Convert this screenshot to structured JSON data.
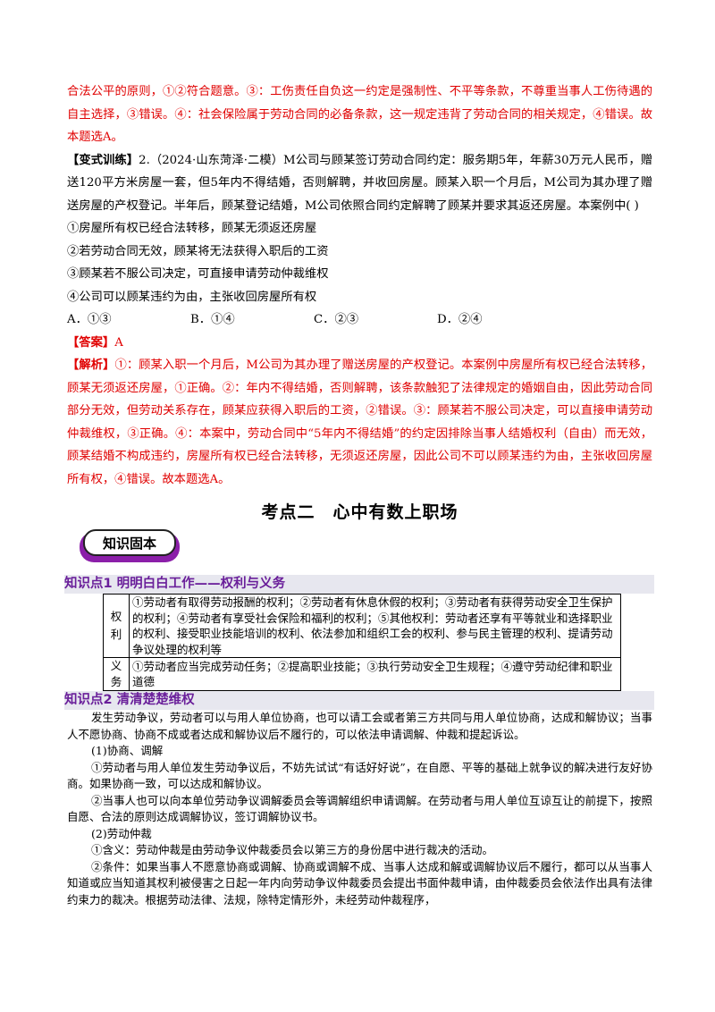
{
  "intro_red": "合法公平的原则，①②符合题意。③：工伤责任自负这一约定是强制性、不平等条款，不尊重当事人工伤待遇的自主选择，③错误。④：社会保险属于劳动合同的必备条款，这一规定违背了劳动合同的相关规定，④错误。故本题选A。",
  "question": {
    "tag": "【变式训练】",
    "text": "2.（2024·山东菏泽·二模）M公司与顾某签订劳动合同约定：服务期5年，年薪30万元人民币，赠送120平方米房屋一套，但5年内不得结婚，否则解聘，并收回房屋。顾某入职一个月后，M公司为其办理了赠送房屋的产权登记。半年后，顾某登记结婚，M公司依照合同约定解聘了顾某并要求其返还房屋。本案例中(      )",
    "items": [
      "①房屋所有权已经合法转移，顾某无须返还房屋",
      "②若劳动合同无效，顾某将无法获得入职后的工资",
      "③顾某若不服公司决定，可直接申请劳动仲裁维权",
      "④公司可以顾某违约为由，主张收回房屋所有权"
    ],
    "options": [
      "A．①③",
      "B．①④",
      "C．②③",
      "D．②④"
    ]
  },
  "answer": {
    "tag": "【答案】",
    "value": "A"
  },
  "analysis": {
    "tag": "【解析】",
    "text": "①：顾某入职一个月后，M公司为其办理了赠送房屋的产权登记。本案例中房屋所有权已经合法转移，顾某无须返还房屋，①正确。②：年内不得结婚，否则解聘，该条款触犯了法律规定的婚姻自由，因此劳动合同部分无效，但劳动关系存在，顾某应获得入职后的工资，②错误。③：顾某若不服公司决定，可以直接申请劳动仲裁维权，③正确。④：本案中，劳动合同中“5年内不得结婚”的约定因排除当事人结婚权利（自由）而无效，顾某结婚不构成违约，房屋所有权已经合法转移，无须返还房屋，因此公司不可以顾某违约为由，主张收回房屋所有权，④错误。故本题选A。"
  },
  "section_title": "考点二　心中有数上职场",
  "badge": "知识固本",
  "kp1": {
    "title": "知识点1  明明白白工作——权利与义务",
    "rows": [
      {
        "head": "权利",
        "text": "①劳动者有取得劳动报酬的权利；②劳动者有休息休假的权利；③劳动者有获得劳动安全卫生保护的权利；④劳动者有享受社会保险和福利的权利；⑤其他权利：劳动者还享有平等就业和选择职业的权利、接受职业技能培训的权利、依法参加和组织工会的权利、参与民主管理的权利、提请劳动争议处理的权利等"
      },
      {
        "head": "义务",
        "text": "①劳动者应当完成劳动任务；②提高职业技能；③执行劳动安全卫生规程；④遵守劳动纪律和职业道德"
      }
    ]
  },
  "kp2": {
    "title": "知识点2  清清楚楚维权",
    "intro": "发生劳动争议，劳动者可以与用人单位协商，也可以请工会或者第三方共同与用人单位协商，达成和解协议；当事人不愿协商、协商不成或者达成和解协议后不履行的，可以依法申请调解、仲裁和提起诉讼。",
    "sub1": "(1)协商、调解",
    "p1": "①劳动者与用人单位发生劳动争议后，不妨先试试“有话好好说”，在自愿、平等的基础上就争议的解决进行友好协商。如果协商一致，可以达成和解协议。",
    "p2": "②当事人也可以向本单位劳动争议调解委员会等调解组织申请调解。在劳动者与用人单位互谅互让的前提下，按照自愿、合法的原则达成调解协议，签订调解协议书。",
    "sub2": "(2)劳动仲裁",
    "p3": "①含义：劳动仲裁是由劳动争议仲裁委员会以第三方的身份居中进行裁决的活动。",
    "p4": "②条件：如果当事人不愿意协商或调解、协商或调解不成、当事人达成和解或调解协议后不履行，都可以从当事人知道或应当知道其权利被侵害之日起一年内向劳动争议仲裁委员会提出书面仲裁申请，由仲裁委员会依法作出具有法律约束力的裁决。根据劳动法律、法规，除特定情形外，未经劳动仲裁程序，"
  }
}
